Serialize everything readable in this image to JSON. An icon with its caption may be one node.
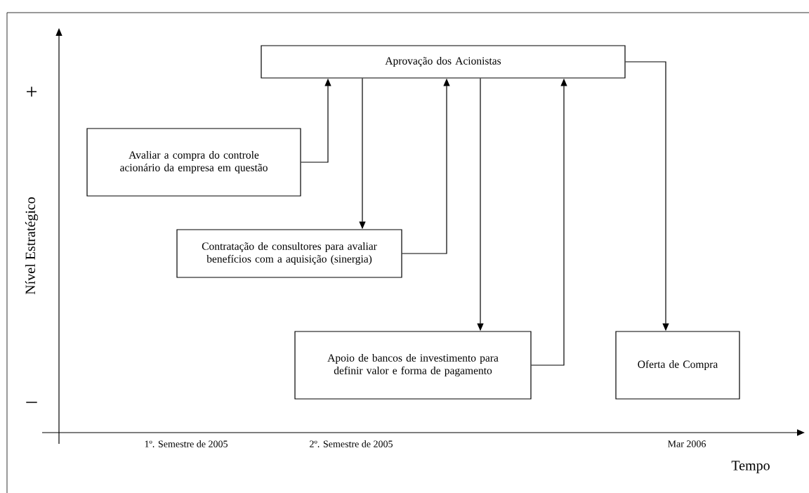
{
  "diagram": {
    "nodes": [
      {
        "text": [
          "Aprovação dos Acionistas"
        ]
      },
      {
        "text": [
          "Avaliar a compra do controle acionário da empresa em questão"
        ]
      },
      {
        "text": [
          "Contratação de consultores para avaliar benefícios com a aquisição (sinergia)"
        ]
      },
      {
        "text": [
          "Apoio de bancos de investimento para definir valor e forma de pagamento"
        ]
      },
      {
        "text": [
          "Oferta de Compra"
        ]
      }
    ],
    "edges": [
      {
        "from": 1,
        "to": 0,
        "arrow": "to"
      },
      {
        "from": 0,
        "to": 2,
        "arrow": "to"
      },
      {
        "from": 2,
        "to": 0,
        "arrow": "to"
      },
      {
        "from": 0,
        "to": 3,
        "arrow": "to"
      },
      {
        "from": 3,
        "to": 0,
        "arrow": "to"
      },
      {
        "from": 0,
        "to": 4,
        "arrow": "to"
      }
    ],
    "labels": [
      "+",
      "Nível Estratégico",
      "–",
      "1º. Semestre de 2005",
      "2º. Semestre de 2005",
      "Mar 2006",
      "Tempo"
    ]
  }
}
